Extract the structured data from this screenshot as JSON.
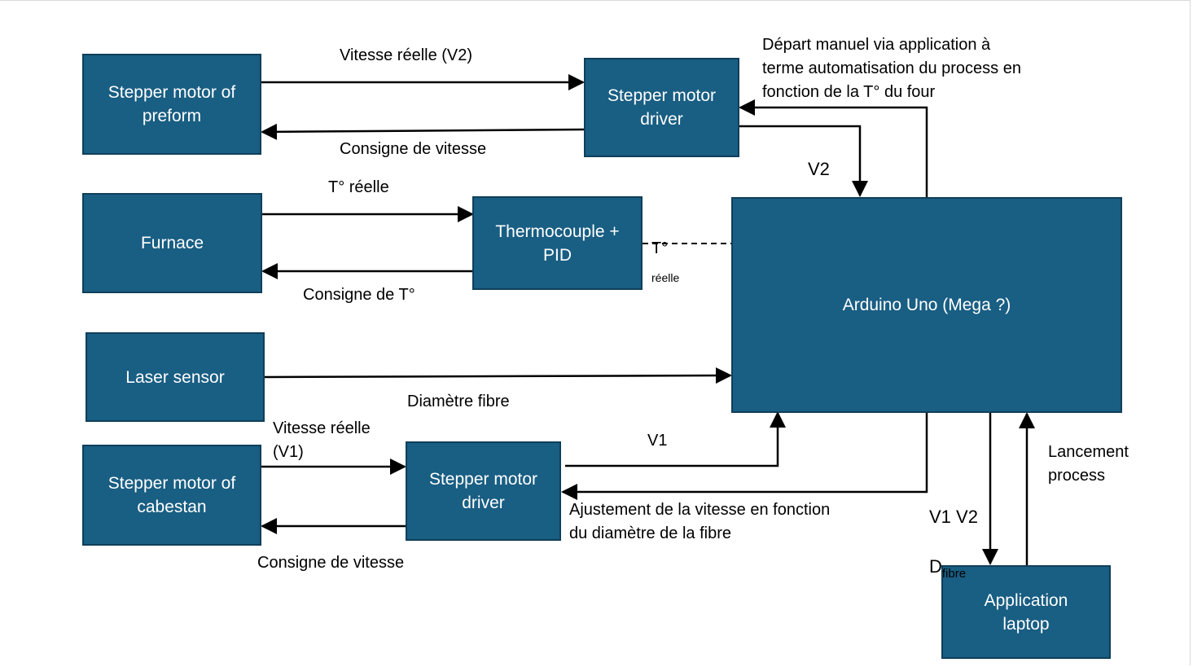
{
  "boxes": {
    "preform_motor": "Stepper motor of\npreform",
    "driver_top": "Stepper motor\ndriver",
    "furnace": "Furnace",
    "thermocouple_pid": "Thermocouple +\nPID",
    "arduino": "Arduino Uno (Mega ?)",
    "laser_sensor": "Laser sensor",
    "cabestan_motor": "Stepper motor of\ncabestan",
    "driver_bottom": "Stepper motor\ndriver",
    "app_laptop": "Application\nlaptop"
  },
  "labels": {
    "vitesse_reelle_v2": "Vitesse réelle (V2)",
    "consigne_vitesse_top": "Consigne de vitesse",
    "depart_manuel": "Départ manuel via application à\nterme automatisation du process en\nfonction de la T° du four",
    "v2": "V2",
    "t_reelle": "T° réelle",
    "consigne_t": "Consigne de T°",
    "t_reelle_dashed_main": "T°",
    "t_reelle_dashed_sub": "réelle",
    "diametre_fibre": "Diamètre fibre",
    "vitesse_reelle_v1": "Vitesse réelle\n(V1)",
    "v1": "V1",
    "ajustement": "Ajustement de la vitesse en fonction\ndu diamètre de la fibre",
    "consigne_vitesse_bottom": "Consigne de vitesse",
    "v1_v2": "V1 V2",
    "d_main": "D",
    "d_sub": "fibre",
    "lancement": "Lancement\nprocess"
  },
  "colors": {
    "box_fill": "#195e83",
    "box_border": "#0f3f5a",
    "box_text": "#ffffff",
    "arrow": "#000000"
  }
}
